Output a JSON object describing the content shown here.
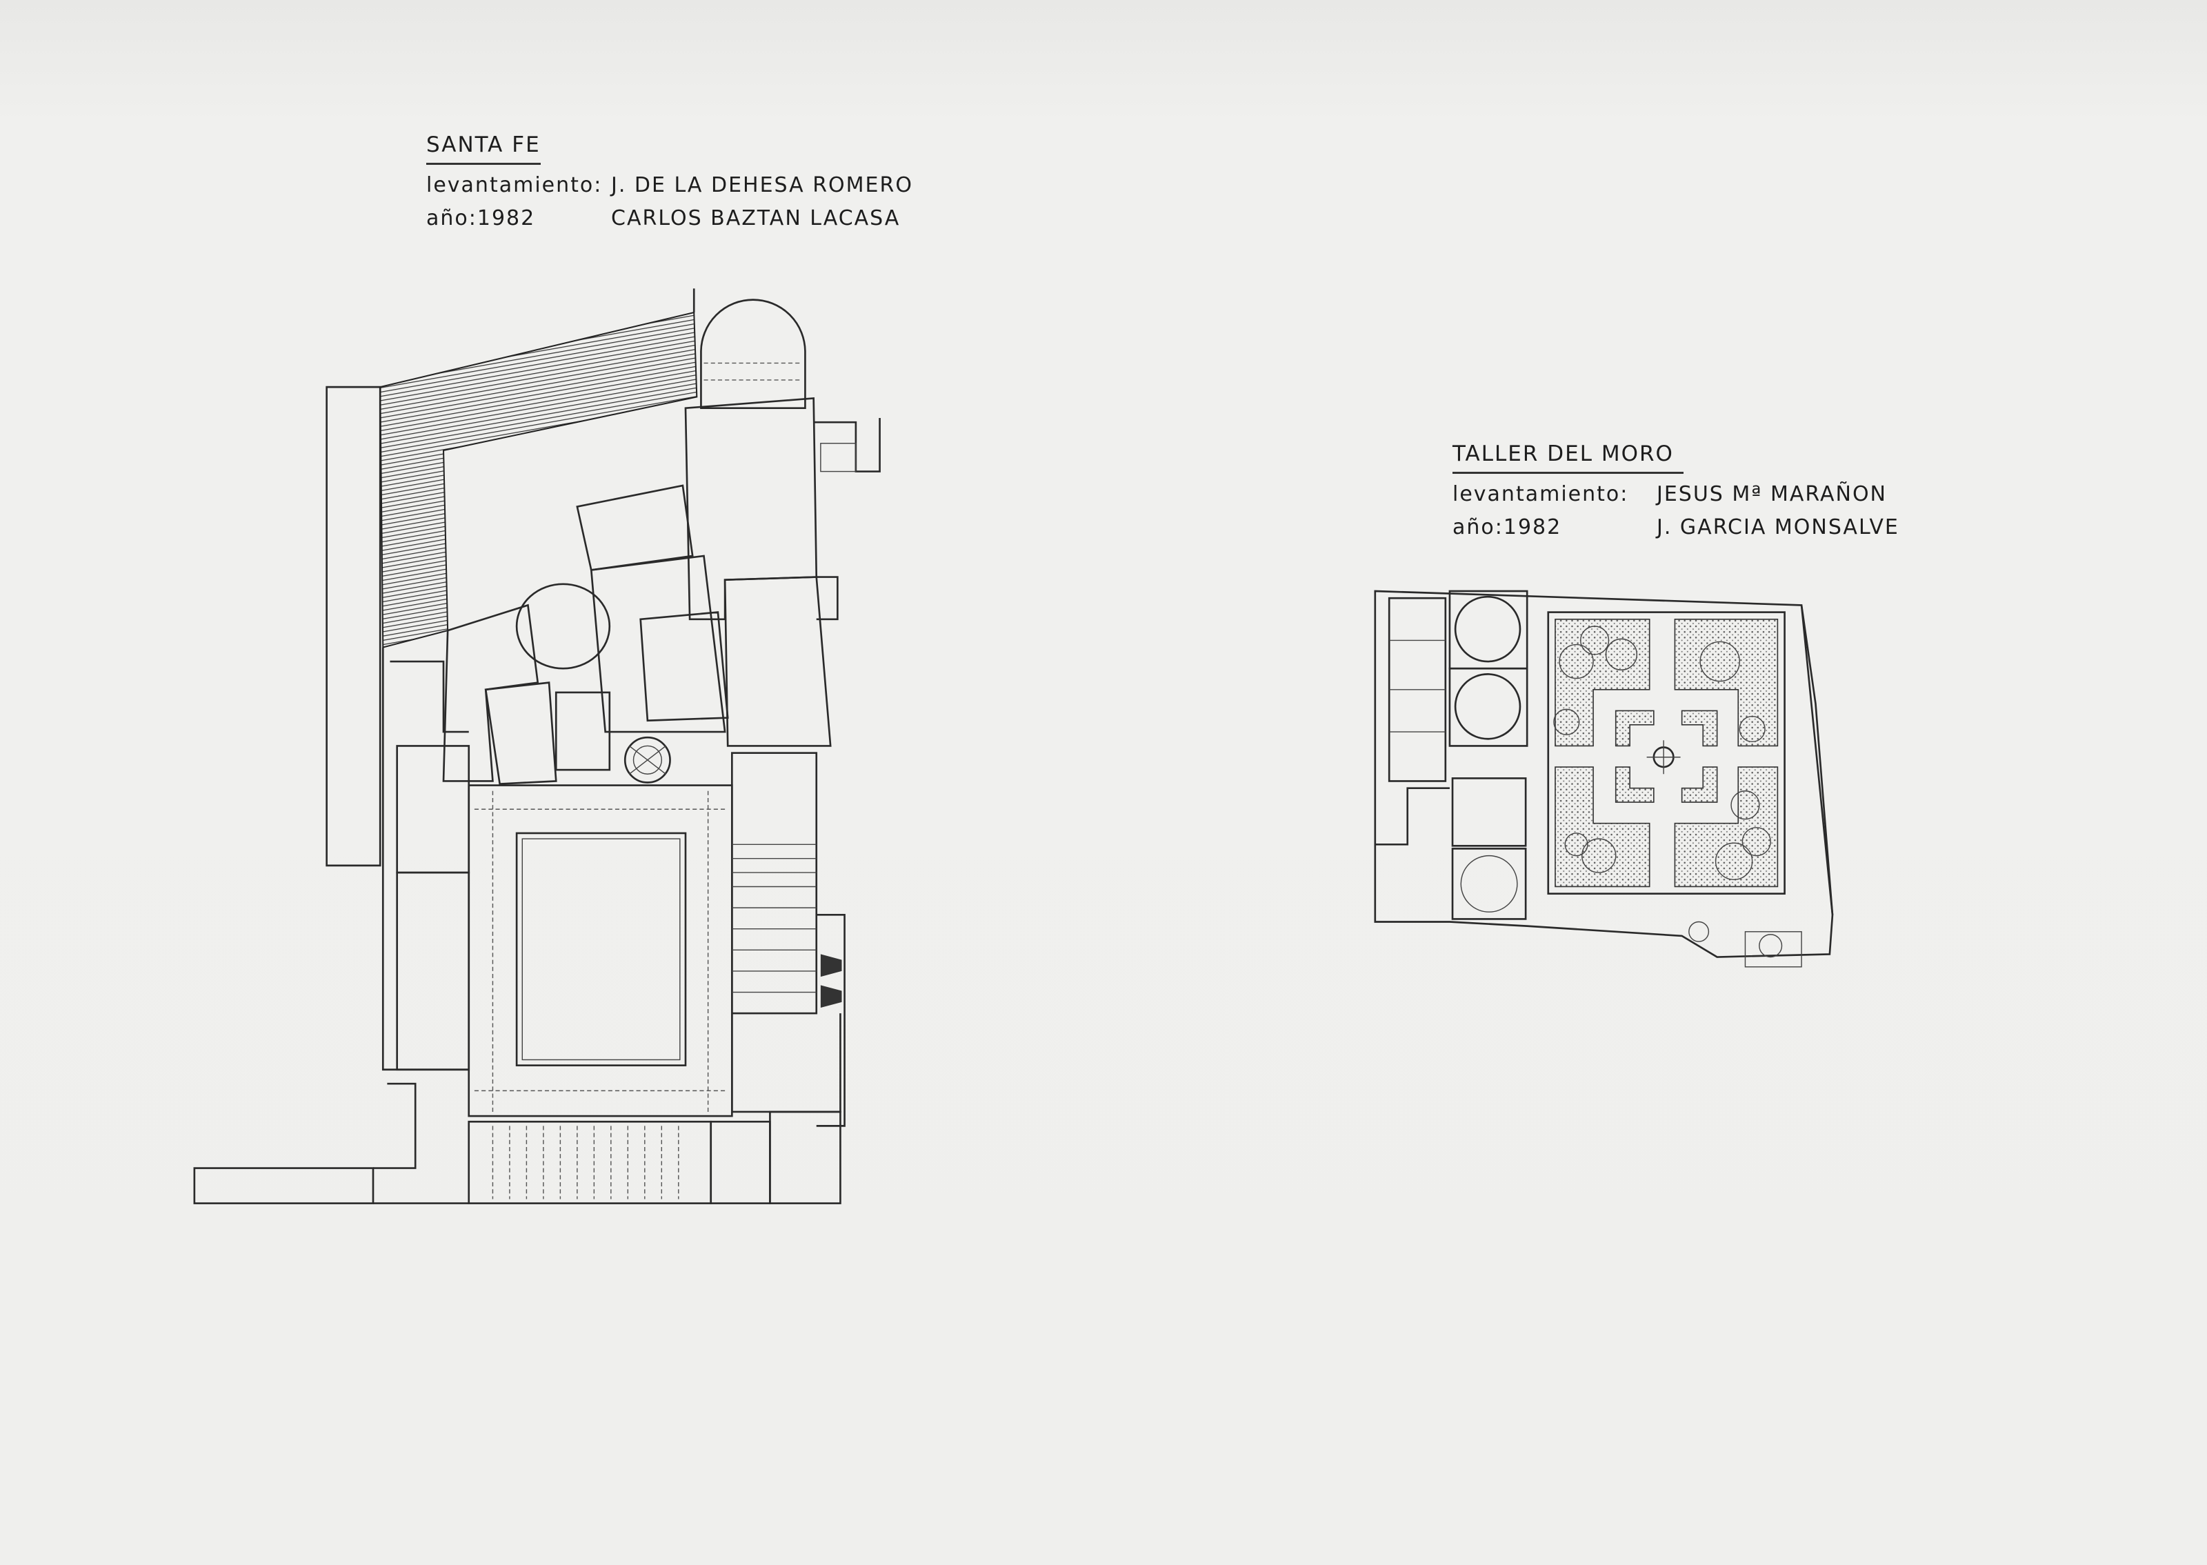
{
  "santa_fe": {
    "title": "SANTA FE",
    "survey_label": "levantamiento:",
    "surveyor_1": "J. DE LA DEHESA ROMERO",
    "year_label": "año:1982",
    "surveyor_2": "CARLOS BAZTAN LACASA"
  },
  "taller_del_moro": {
    "title": "TALLER DEL MORO",
    "survey_label": "levantamiento:",
    "surveyor_1": "JESUS Mª MARAÑON",
    "year_label": "año:1982",
    "surveyor_2": "J. GARCIA MONSALVE"
  }
}
